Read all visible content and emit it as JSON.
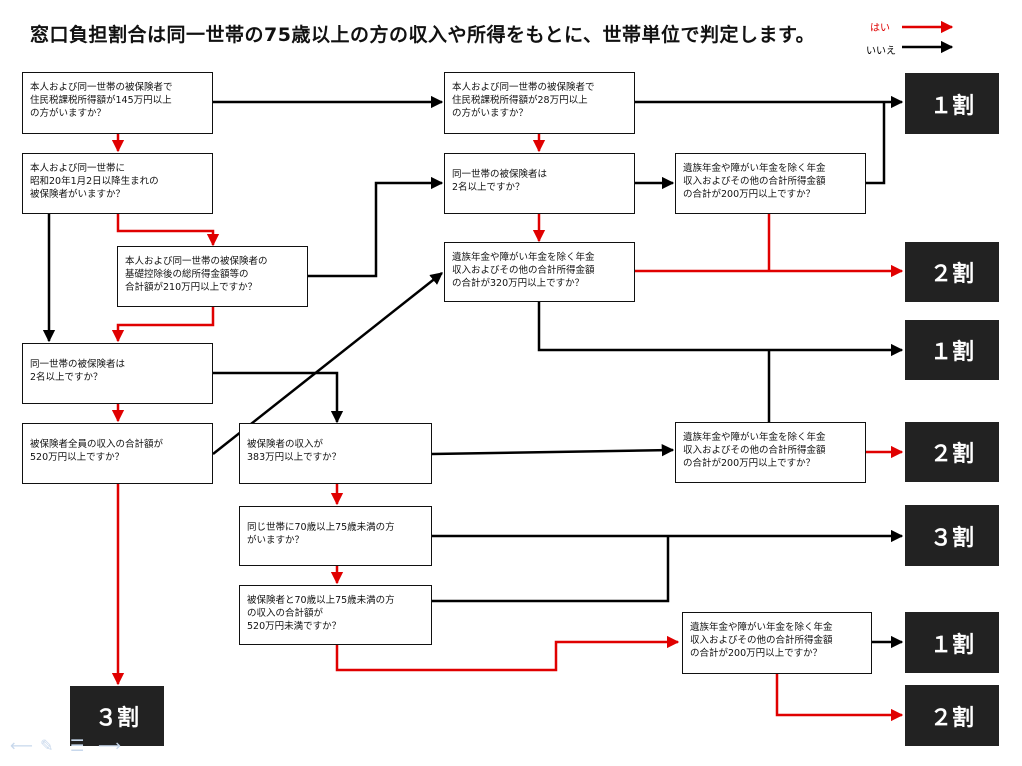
{
  "title": "窓口負担割合は同一世帯の75歳以上の方の収入や所得をもとに、世帯単位で判定します。",
  "legend": {
    "yes": "はい",
    "no": "いいえ",
    "yes_color": "#e00000",
    "no_color": "#000000"
  },
  "boxes": {
    "q1": "本人および同一世帯の被保険者で\n住民税課税所得額が145万円以上\nの方がいますか？",
    "q2": "本人および同一世帯に\n昭和20年1月2日以降生まれの\n被保険者がいますか？",
    "q3": "本人および同一世帯の被保険者の\n基礎控除後の総所得金額等の\n合計額が210万円以上ですか？",
    "q4": "同一世帯の被保険者は\n2名以上ですか？",
    "q5": "被保険者全員の収入の合計額が\n520万円以上ですか？",
    "q6": "被保険者の収入が\n383万円以上ですか？",
    "q7": "同じ世帯に70歳以上75歳未満の方\nがいますか？",
    "q8": "被保険者と70歳以上75歳未満の方\nの収入の合計額が\n520万円未満ですか？",
    "q9": "本人および同一世帯の被保険者で\n住民税課税所得額が28万円以上\nの方がいますか？",
    "q10": "同一世帯の被保険者は\n2名以上ですか？",
    "q11": "遺族年金や障がい年金を除く年金\n収入およびその他の合計所得金額\nの合計が320万円以上ですか？",
    "q12": "遺族年金や障がい年金を除く年金\n収入およびその他の合計所得金額\nの合計が200万円以上ですか？",
    "q13": "遺族年金や障がい年金を除く年金\n収入およびその他の合計所得金額\nの合計が200万円以上ですか？",
    "q14": "遺族年金や障がい年金を除く年金\n収入およびその他の合計所得金額\nの合計が200万円以上ですか？"
  },
  "results": {
    "r1": "１割",
    "r2": "２割",
    "r3": "１割",
    "r4": "２割",
    "r5": "３割",
    "r6": "１割",
    "r7": "２割",
    "r8": "３割"
  },
  "icons": [
    "back-arrow-icon",
    "pen-icon",
    "menu-icon",
    "forward-arrow-icon"
  ]
}
